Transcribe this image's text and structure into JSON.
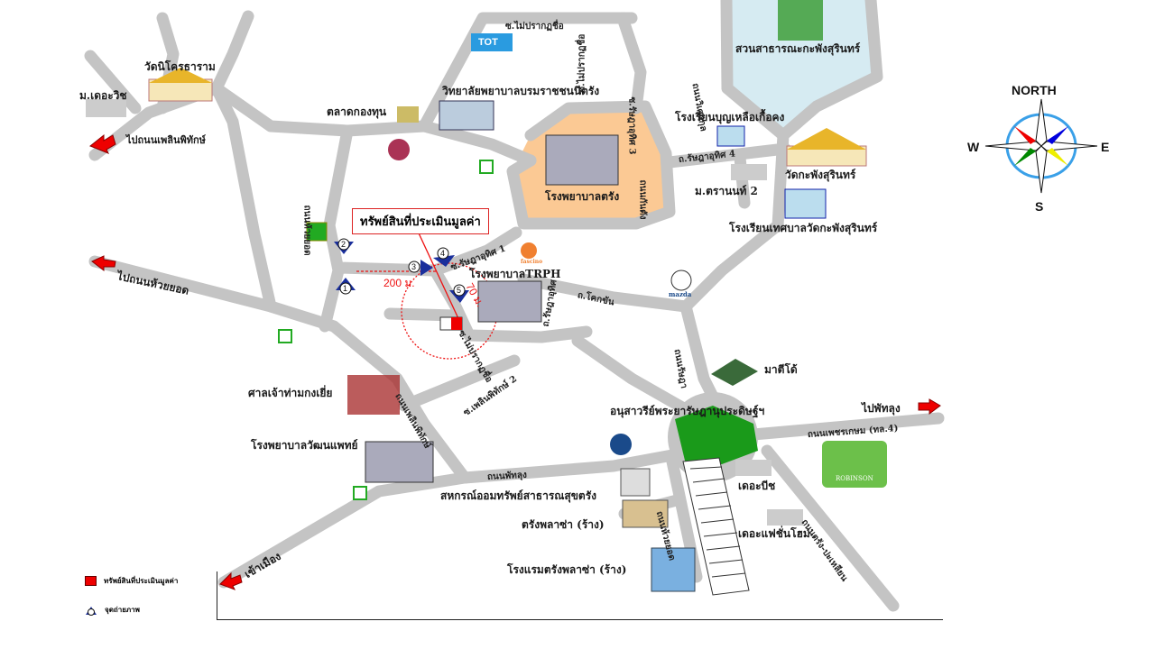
{
  "places": {
    "wat_nikhron": "วัดนิโครธาราม",
    "the_vich": "ม.เดอะวิช",
    "to_phoen_phithak": "ไปถนนเพลินพิทักษ์",
    "talat_kong_thun": "ตลาดกองทุน",
    "nursing_college": "วิทยาลัยพยาบาลบรมราชชนนีตรัง",
    "trang_hospital": "โรงพยาบาลตรัง",
    "public_park": "สวนสาธารณะกะพังสุรินทร์",
    "boonluea_school": "โรงเรียนบุญเหลือเกื้อคง",
    "wat_kaphang": "วัดกะพังสุรินทร์",
    "tranan_2": "ม.ตรานนท์ 2",
    "municipal_school": "โรงเรียนเทศบาลวัดกะพังสุรินทร์",
    "to_huai_yot": "ไปถนนห้วยยอด",
    "trph_hospital": "โรงพยาบาลTRPH",
    "shrine": "ศาลเจ้าท่ามกงเยี่ย",
    "matido": "มาตีโด้",
    "monument": "อนุสาวรีย์พระยารัษฎานุประดิษฐ์ฯ",
    "to_phatthalung": "ไปพัทลุง",
    "watthana_hospital": "โรงพยาบาลวัฒนแพทย์",
    "cooperative": "สหกรณ์ออมทรัพย์สาธารณสุขตรัง",
    "trang_plaza": "ตรังพลาซ่า (ร้าง)",
    "trang_plaza_hotel": "โรงแรมตรังพลาซ่า (ร้าง)",
    "the_beach": "เดอะบีช",
    "the_fashion_home": "เดอะแฟชั่นโฮม",
    "to_city": "เข้าเมือง",
    "tot_logo": "TOT",
    "fascino_logo": "fascino",
    "mazda_logo": "mazda",
    "robinson_logo": "ROBINSON"
  },
  "roads": {
    "soi_mai_prakot_1": "ซ.ไม่ปรากฏชื่อ",
    "soi_mai_prakot_2": "ซ.ไม่ปรากฏชื่อ",
    "soi_ratsada_3": "ซ.รัษฎาอุทิศ 3",
    "huai_yot_rd": "ถนนห้วยยอด",
    "kantang_rd": "ถนนกันตัง",
    "wisetkun_rd": "ถนนวิเศษกุล",
    "ratsada_4": "ถ.รัษฎาอุทิศ 4",
    "ratsada_1": "ซ.รัษฎาอุทิศ 1",
    "khok_khan": "ถ.โคกขัน",
    "ratsada_rd": "ถ.รัษฎาอุทิศ",
    "soi_mai_prakot_3": "ซ.ไม่ปรากฏชื่อ",
    "phoen_phithak_2": "ซ.เพลินพิทักษ์ 2",
    "phoen_phithak_rd": "ถนนเพลินพิทักษ์",
    "ratsada_main": "ถนนรัษฎา",
    "phetkasem": "ถนนเพชรเกษม (ทล.4)",
    "phatthalung_rd": "ถนนพัทลุง",
    "trang_palian": "ถนนตรัง-ปะเหลียน",
    "huai_yot_2": "ถนนห้วยยอด"
  },
  "callout": {
    "subject_property": "ทรัพย์สินที่ประเมินมูลค่า",
    "distance_1": "200 ม.",
    "distance_2": "70 ม."
  },
  "photo_points": [
    "1",
    "2",
    "3",
    "4",
    "5"
  ],
  "compass": {
    "north": "NORTH",
    "south": "S",
    "east": "E",
    "west": "W"
  },
  "legend": {
    "subject_property": "ทรัพย์สินที่ประเมินมูลค่า",
    "photo_point": "จุดถ่ายภาพ"
  },
  "colors": {
    "road": "#c4c4c4",
    "hospital_zone": "#fbc994",
    "lake": "#d6ebf2",
    "marker": "#e00000",
    "photo_point": "#1a2f9c"
  }
}
